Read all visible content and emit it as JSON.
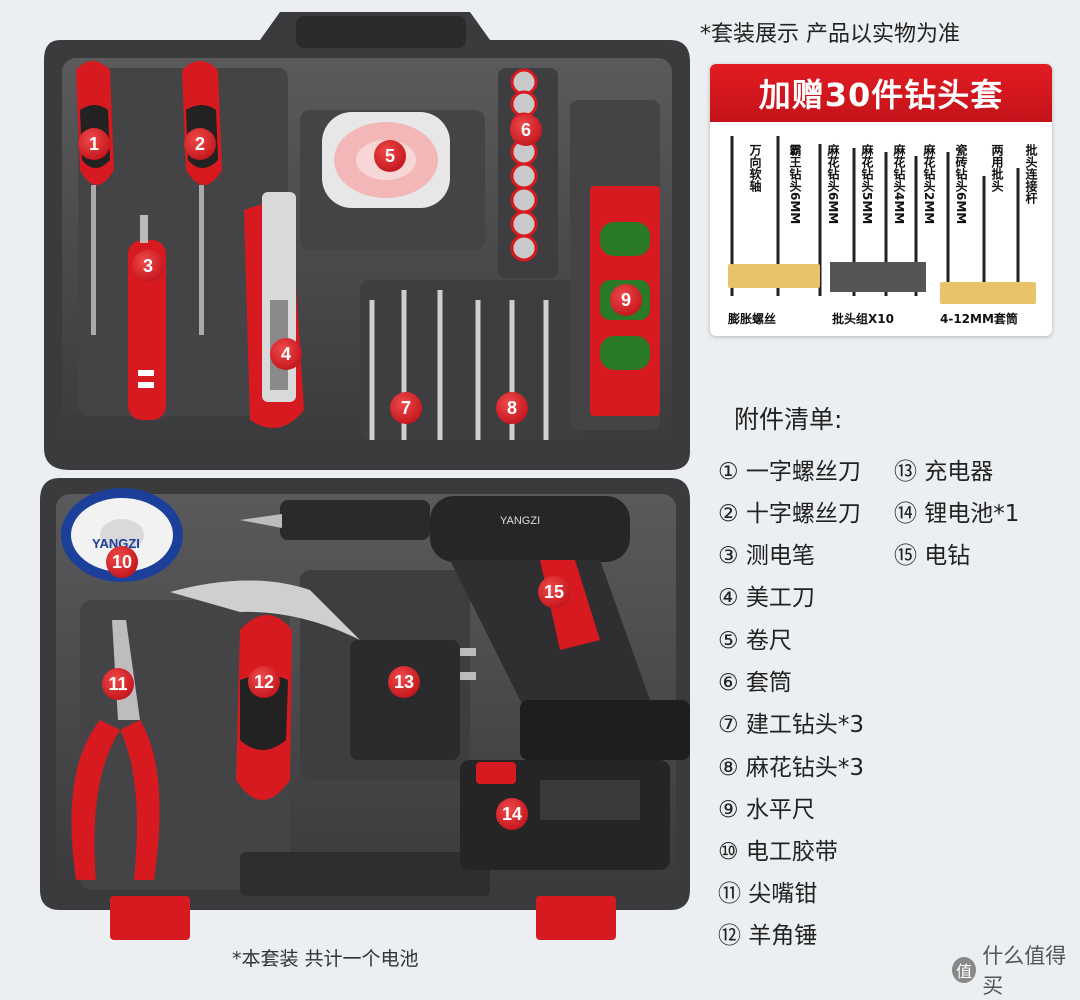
{
  "top_note": "*套装展示 产品以实物为准",
  "bottom_note": "*本套装 共计一个电池",
  "watermark": {
    "icon": "值",
    "text": "什么值得买"
  },
  "bonus": {
    "title": "加赠30件钻头套",
    "bits": [
      {
        "label": "万向软轴"
      },
      {
        "label": "霸王钻头6MM"
      },
      {
        "label": "麻花钻头6MM"
      },
      {
        "label": "麻花钻头5MM"
      },
      {
        "label": "麻花钻头4MM"
      },
      {
        "label": "麻花钻头2MM"
      },
      {
        "label": "瓷砖钻头6MM"
      },
      {
        "label": "两用批头"
      },
      {
        "label": "批头连接杆"
      }
    ],
    "groups": [
      {
        "label": "膨胀螺丝"
      },
      {
        "label": "批头组X10"
      },
      {
        "label": "4-12MM套筒"
      }
    ]
  },
  "markers": [
    "1",
    "2",
    "3",
    "4",
    "5",
    "6",
    "7",
    "8",
    "9",
    "10",
    "11",
    "12",
    "13",
    "14",
    "15"
  ],
  "drill_brand": "YANGZI",
  "tape_brand": "YANGZI",
  "accessory_list": {
    "title": "附件清单:",
    "col1": [
      "① 一字螺丝刀",
      "② 十字螺丝刀",
      "③ 测电笔",
      "④ 美工刀",
      "⑤ 卷尺",
      "⑥ 套筒",
      "⑦ 建工钻头*3",
      "⑧ 麻花钻头*3",
      "⑨ 水平尺",
      "⑩ 电工胶带",
      "⑪ 尖嘴钳",
      "⑫ 羊角锤"
    ],
    "col2": [
      "⑬ 充电器",
      "⑭ 锂电池*1",
      "⑮ 电钻"
    ]
  },
  "colors": {
    "accent": "#d71920",
    "case": "#4a4a4c",
    "case_dark": "#2e2e30"
  }
}
